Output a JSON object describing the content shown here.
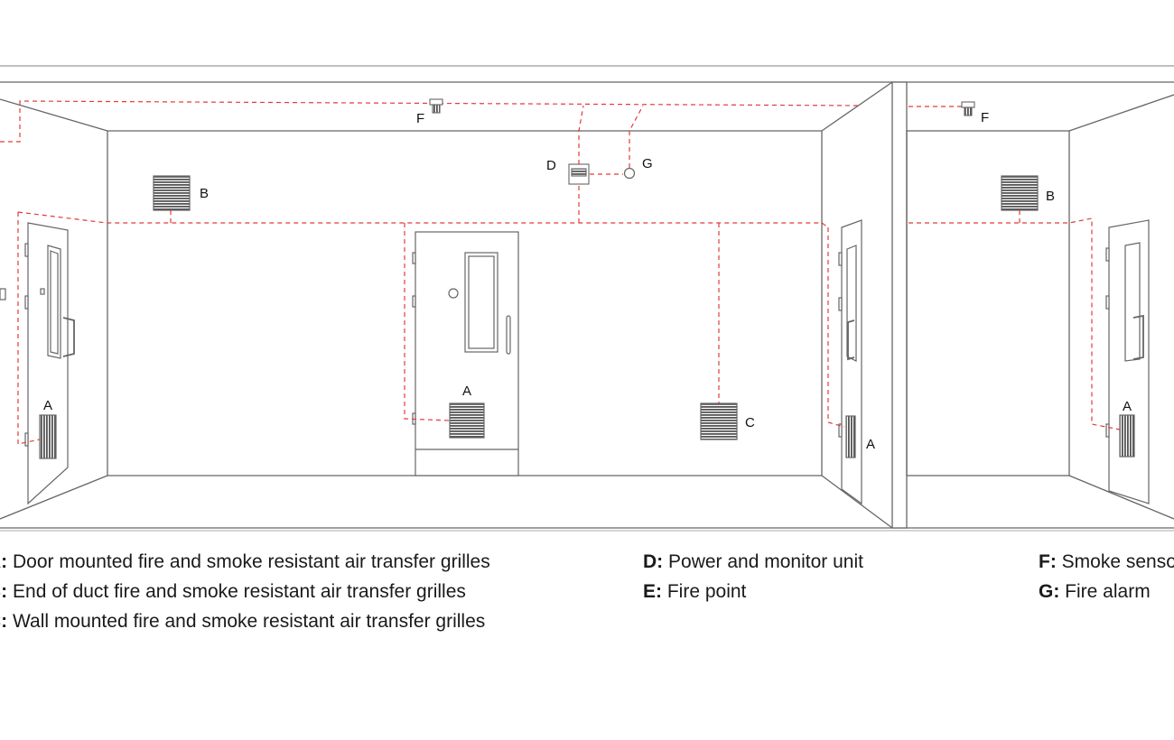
{
  "colors": {
    "line": "#555555",
    "wiring": "#e23b3b",
    "text": "#1a1a1a"
  },
  "icons": [
    "door-grille-icon",
    "duct-grille-icon",
    "wall-grille-icon",
    "power-monitor-unit-icon",
    "smoke-sensor-icon",
    "fire-alarm-icon",
    "fire-point-icon"
  ],
  "labels": {
    "A1": "A",
    "A2": "A",
    "A3": "A",
    "A4": "A",
    "B1": "B",
    "B2": "B",
    "C": "C",
    "D": "D",
    "F1": "F",
    "F2": "F",
    "G": "G"
  },
  "legend": [
    {
      "key": "A:",
      "text": "Door mounted fire and smoke resistant air transfer grilles"
    },
    {
      "key": "B:",
      "text": "End of duct fire and smoke resistant air transfer grilles"
    },
    {
      "key": "C:",
      "text": "Wall mounted fire and smoke resistant air transfer grilles"
    },
    {
      "key": "D:",
      "text": "Power and monitor unit"
    },
    {
      "key": "E:",
      "text": "Fire point"
    },
    {
      "key": "F:",
      "text": "Smoke sensor"
    },
    {
      "key": "G:",
      "text": "Fire alarm"
    }
  ]
}
